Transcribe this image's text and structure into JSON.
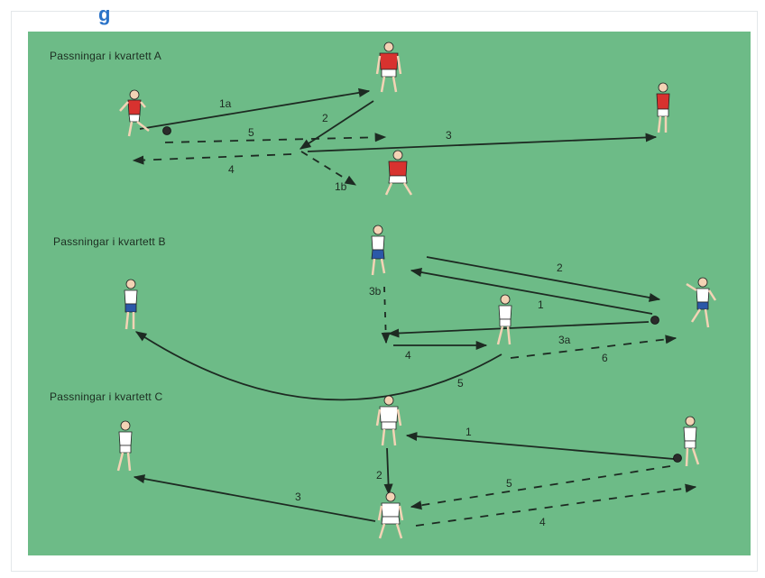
{
  "header_fragment": "g",
  "sections": {
    "a": {
      "title": "Passningar i kvartett A"
    },
    "b": {
      "title": "Passningar i kvartett B"
    },
    "c": {
      "title": "Passningar i kvartett C"
    }
  },
  "pass_labels": {
    "a": {
      "p1a": "1a",
      "p2": "2",
      "p3": "3",
      "p4": "4",
      "p5": "5",
      "p1b": "1b"
    },
    "b": {
      "p1": "1",
      "p2": "2",
      "p3a": "3a",
      "p3b": "3b",
      "p4": "4",
      "p5": "5",
      "p6": "6"
    },
    "c": {
      "p1": "1",
      "p2": "2",
      "p3": "3",
      "p4": "4",
      "p5": "5"
    }
  },
  "colors": {
    "field": "#6dbb87",
    "team_red": "#d8322f",
    "team_blue": "#2b58a8",
    "team_white": "#ffffff",
    "pass_line": "#1d2a22"
  },
  "icons": [
    "player-icon",
    "ball-icon",
    "arrow-icon"
  ]
}
